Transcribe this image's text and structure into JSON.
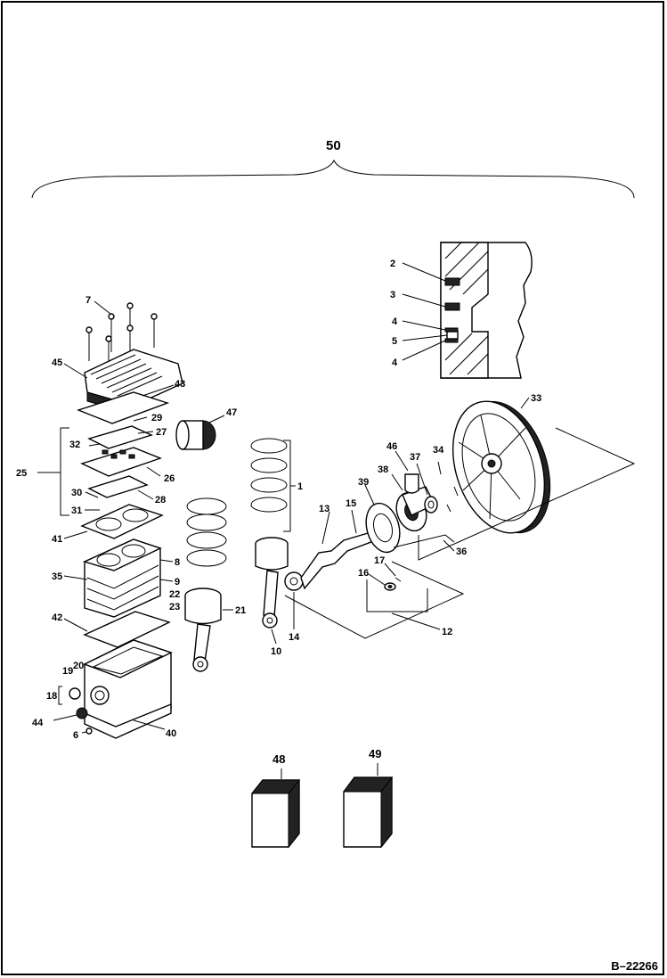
{
  "assembly_label": "50",
  "callouts": {
    "c1": "1",
    "c2": "2",
    "c3": "3",
    "c4a": "4",
    "c5": "5",
    "c4b": "4",
    "c6": "6",
    "c7": "7",
    "c8": "8",
    "c9": "9",
    "c10": "10",
    "c12": "12",
    "c13": "13",
    "c14": "14",
    "c15": "15",
    "c16": "16",
    "c17": "17",
    "c18": "18",
    "c19": "19",
    "c20": "20",
    "c21": "21",
    "c22": "22",
    "c23": "23",
    "c25": "25",
    "c26": "26",
    "c27": "27",
    "c28": "28",
    "c29": "29",
    "c30": "30",
    "c31": "31",
    "c32": "32",
    "c33": "33",
    "c34": "34",
    "c35": "35",
    "c36": "36",
    "c37": "37",
    "c38": "38",
    "c39": "39",
    "c40": "40",
    "c41": "41",
    "c42": "42",
    "c43": "43",
    "c44": "44",
    "c45": "45",
    "c46": "46",
    "c47": "47",
    "c48": "48",
    "c49": "49"
  },
  "reference_id": "B–22266"
}
